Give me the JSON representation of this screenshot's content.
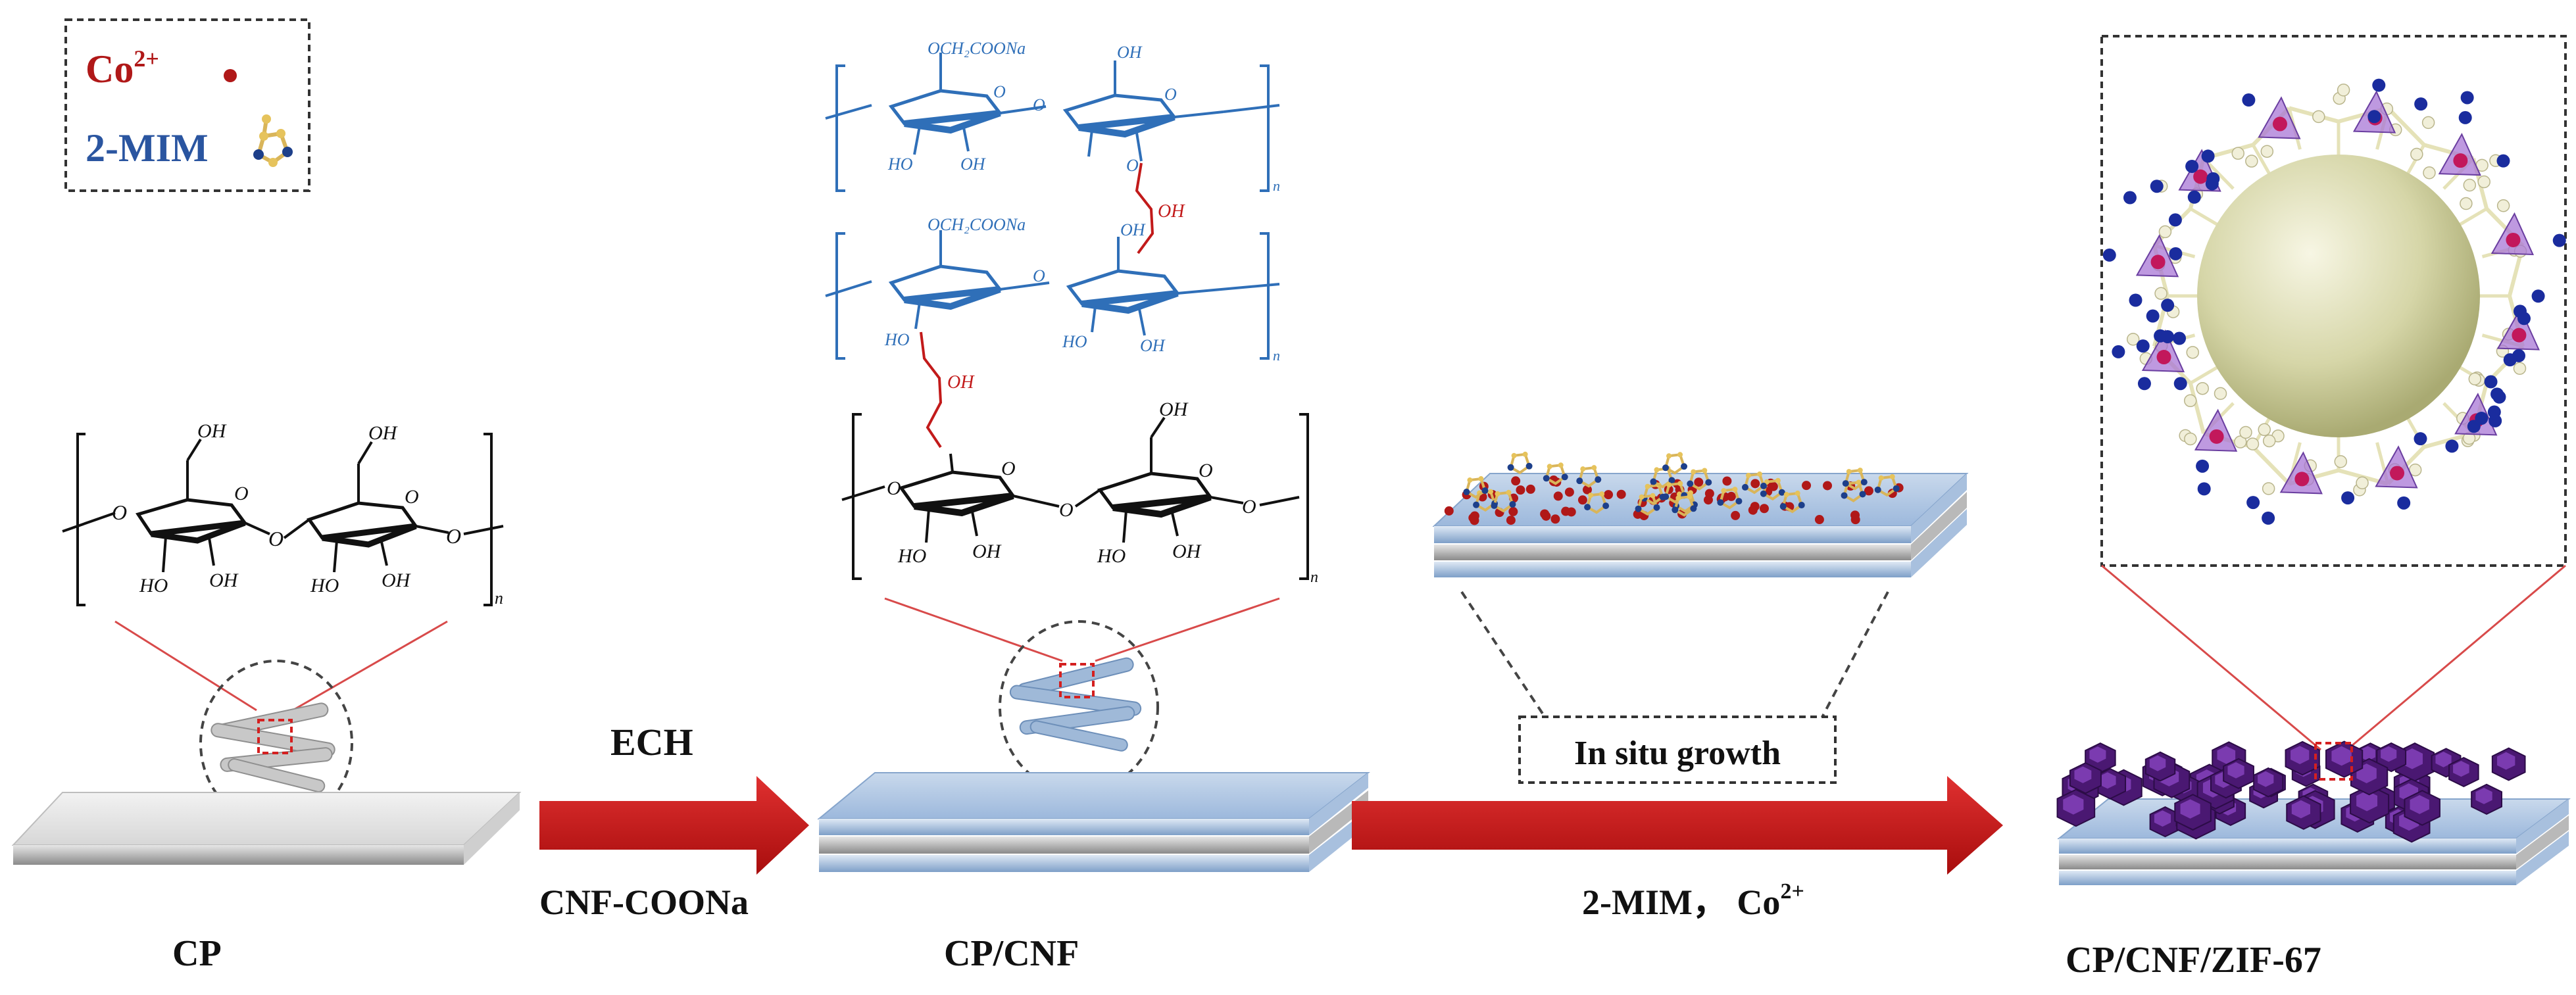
{
  "legend": {
    "co_label": "Co",
    "co_charge": "2+",
    "mim_label": "2-MIM"
  },
  "steps": {
    "cp_label": "CP",
    "cpcnf_label": "CP/CNF",
    "final_label": "CP/CNF/ZIF-67"
  },
  "arrows": {
    "arrow1_top": "ECH",
    "arrow1_bottom": "CNF-COONa",
    "arrow2_box": "In situ growth",
    "arrow2_bottom_a": "2-MIM， Co",
    "arrow2_bottom_charge": "2+"
  },
  "structures": {
    "subscript_n": "n",
    "oh": "OH",
    "ho": "HO",
    "o": "O",
    "substituent": "OCH₂COONa"
  },
  "colors": {
    "cobalt_red": "#b01818",
    "mim_blue": "#2a55a0",
    "arrow_red": "#cc1111",
    "cnf_blue": "#2f6fb8",
    "zif_purple": "#5b1f86"
  }
}
